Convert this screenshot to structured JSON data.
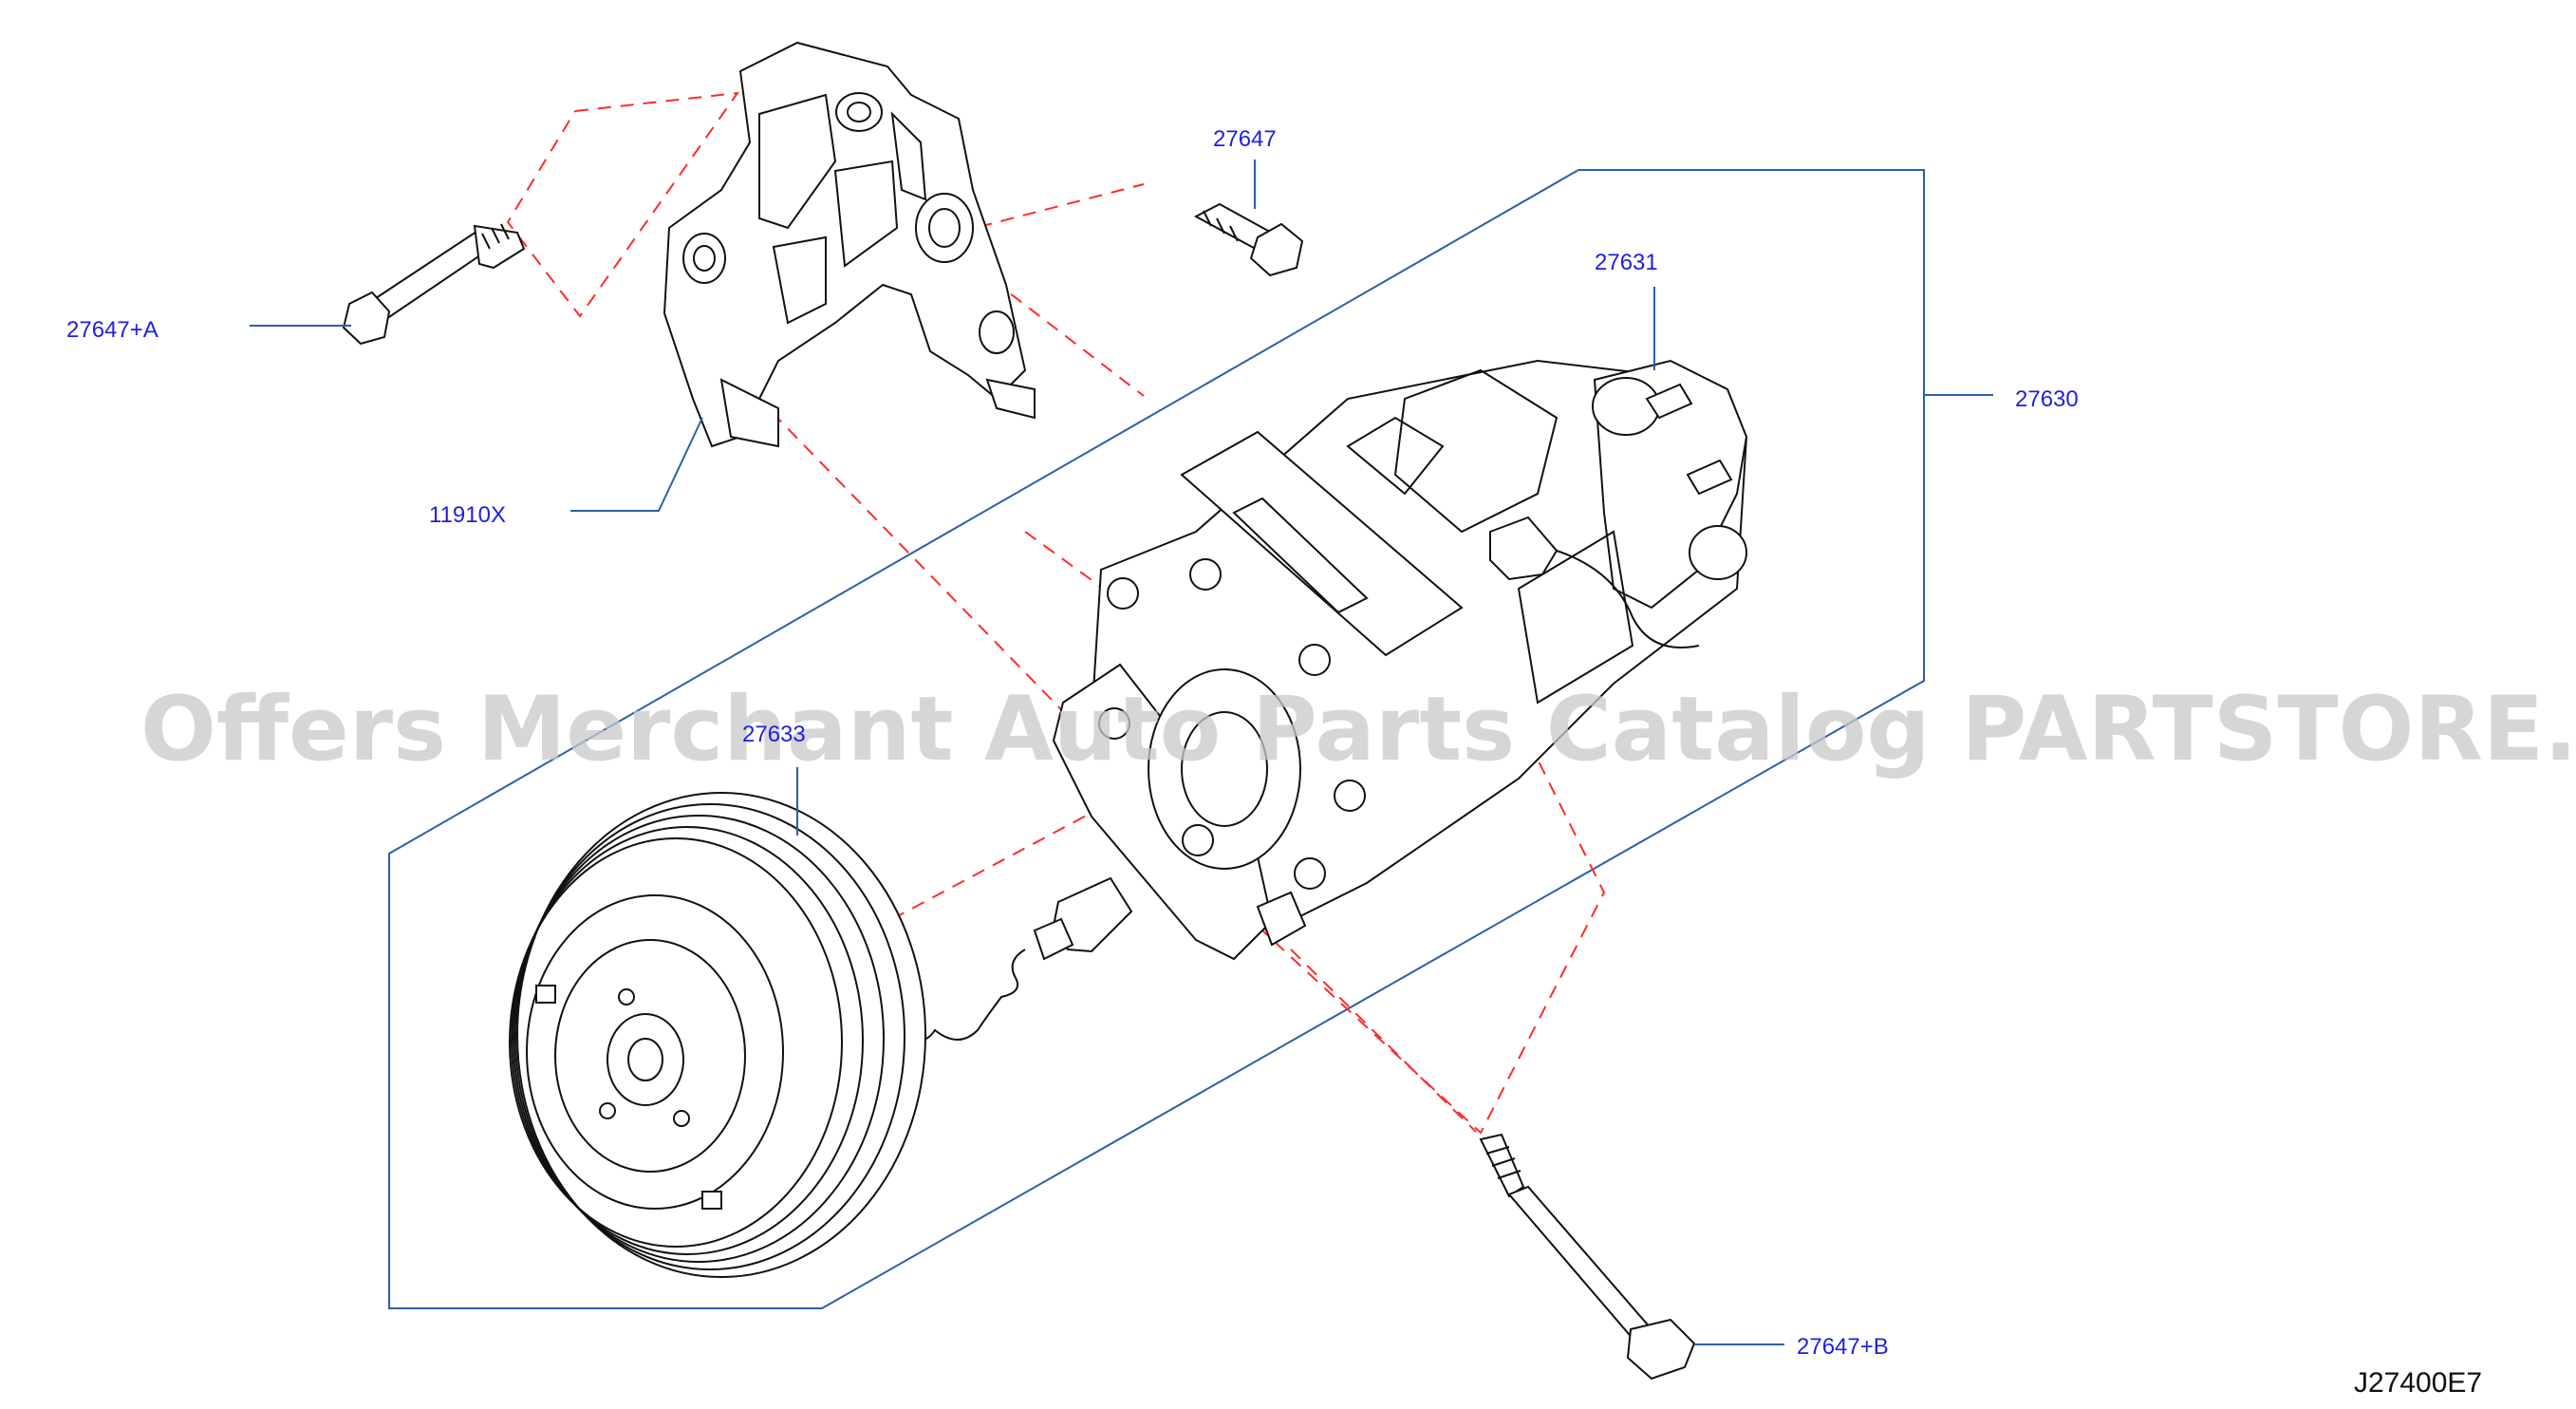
{
  "diagram": {
    "code": "J27400E7",
    "watermark": "Offers Merchant Auto Parts Catalog PARTSTORE.SA",
    "labels": {
      "bolt_top": "27647",
      "bolt_a": "27647+A",
      "bolt_b": "27647+B",
      "bracket": "11910X",
      "compressor_valve": "27631",
      "compressor_assembly": "27630",
      "clutch": "27633"
    },
    "colors": {
      "label": "#1f1fe0",
      "leader": "#2d5fa8",
      "assembly_outline": "#2d5fa8",
      "alignment_dash": "#ff2a2a",
      "line_art": "#111111",
      "watermark": "#c9c9c9"
    }
  }
}
